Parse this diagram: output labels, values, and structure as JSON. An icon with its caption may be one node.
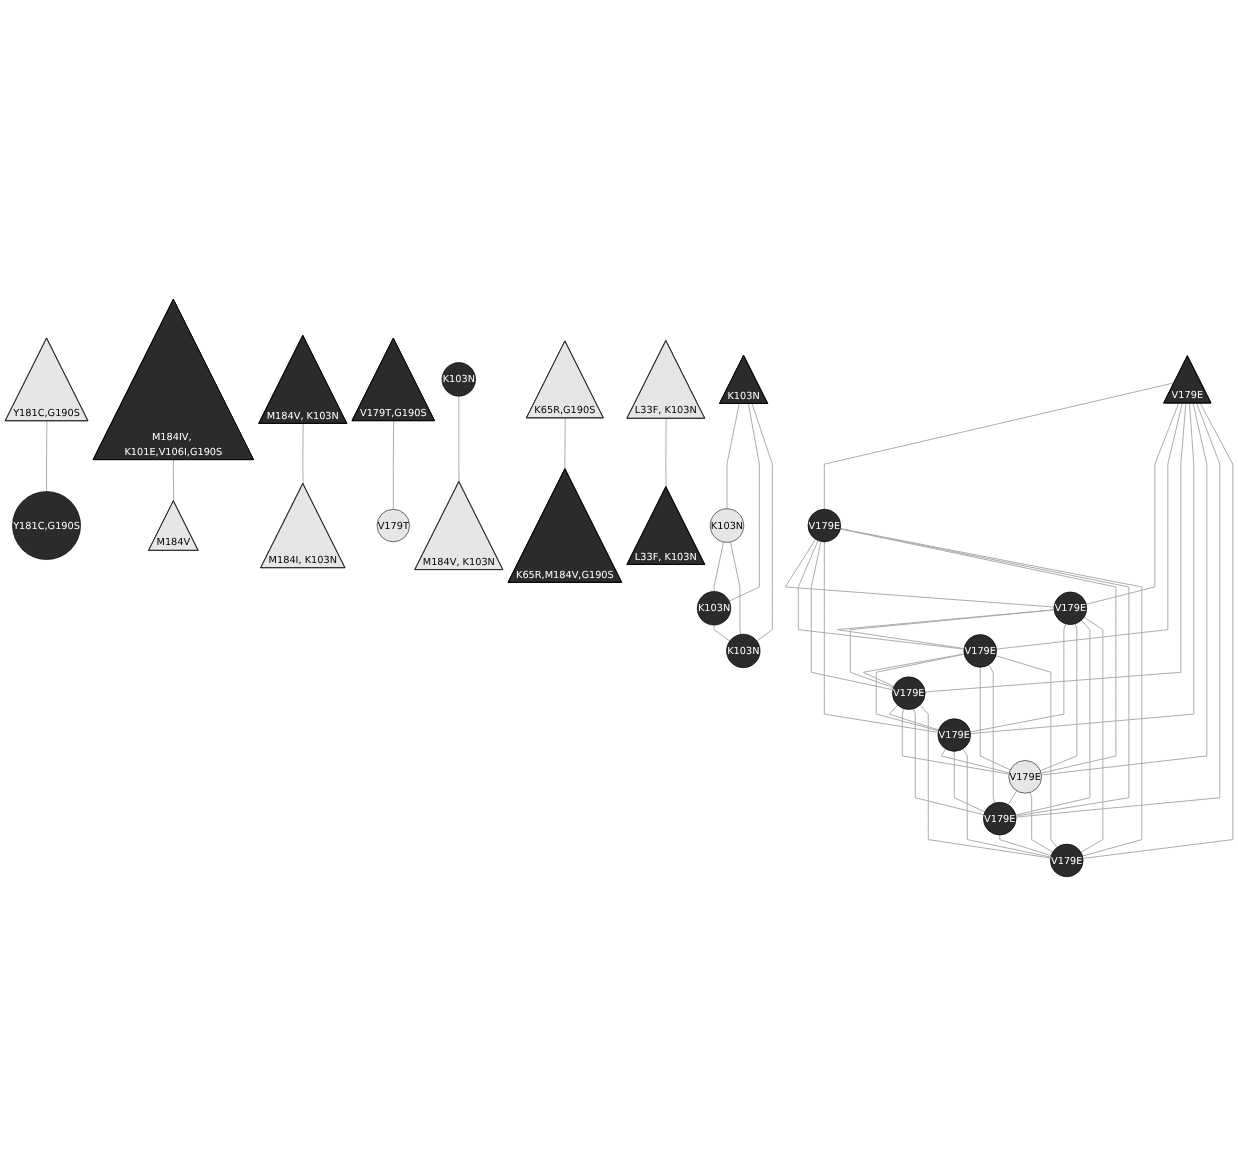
{
  "diagram": {
    "nodes": [
      {
        "text": [
          "Y181C,G190S"
        ]
      },
      {
        "text": [
          "Y181C,G190S"
        ]
      },
      {
        "text": [
          "M184IV, K101E,V106I,G190S"
        ]
      },
      {
        "text": [
          "M184V, K103N"
        ]
      },
      {
        "text": [
          "M184V"
        ]
      },
      {
        "text": [
          "M184I, K103N"
        ]
      },
      {
        "text": [
          "V179E"
        ]
      },
      {
        "text": [
          "V179E"
        ]
      },
      {
        "text": [
          "V179E"
        ]
      },
      {
        "text": [
          "V179E"
        ]
      },
      {
        "text": [
          "V179E"
        ]
      },
      {
        "text": [
          "V179E"
        ]
      },
      {
        "text": [
          "V179E"
        ]
      },
      {
        "text": [
          "V179E"
        ]
      },
      {
        "text": [
          "V179E"
        ]
      },
      {
        "text": [
          "K103N"
        ]
      },
      {
        "text": [
          "V179T,G190S"
        ]
      },
      {
        "text": [
          "V179T"
        ]
      },
      {
        "text": [
          "M184V, K103N"
        ]
      },
      {
        "text": [
          "K65R,G190S"
        ]
      },
      {
        "text": [
          "L33F, K103N"
        ]
      },
      {
        "text": [
          "K103N"
        ]
      },
      {
        "text": [
          "K103N"
        ]
      },
      {
        "text": [
          "K65R,M184V,G190S"
        ]
      },
      {
        "text": [
          "L33F, K103N"
        ]
      },
      {
        "text": [
          "K103N"
        ]
      },
      {
        "text": [
          "K103N"
        ]
      }
    ],
    "edges": [
      {
        "from": 0,
        "to": 1,
        "arrow": "none"
      },
      {
        "from": 2,
        "to": 4,
        "arrow": "none"
      },
      {
        "from": 3,
        "to": 5,
        "arrow": "none"
      },
      {
        "from": 6,
        "to": 7,
        "arrow": "none"
      },
      {
        "from": 6,
        "to": 8,
        "arrow": "none"
      },
      {
        "from": 6,
        "to": 9,
        "arrow": "none"
      },
      {
        "from": 6,
        "to": 10,
        "arrow": "none"
      },
      {
        "from": 6,
        "to": 11,
        "arrow": "none"
      },
      {
        "from": 6,
        "to": 12,
        "arrow": "none"
      },
      {
        "from": 6,
        "to": 13,
        "arrow": "none"
      },
      {
        "from": 6,
        "to": 14,
        "arrow": "none"
      },
      {
        "from": 7,
        "to": 8,
        "arrow": "none"
      },
      {
        "from": 7,
        "to": 9,
        "arrow": "none"
      },
      {
        "from": 7,
        "to": 10,
        "arrow": "none"
      },
      {
        "from": 7,
        "to": 11,
        "arrow": "none"
      },
      {
        "from": 7,
        "to": 12,
        "arrow": "none"
      },
      {
        "from": 7,
        "to": 13,
        "arrow": "none"
      },
      {
        "from": 7,
        "to": 14,
        "arrow": "none"
      },
      {
        "from": 8,
        "to": 9,
        "arrow": "none"
      },
      {
        "from": 8,
        "to": 10,
        "arrow": "none"
      },
      {
        "from": 8,
        "to": 11,
        "arrow": "none"
      },
      {
        "from": 8,
        "to": 12,
        "arrow": "none"
      },
      {
        "from": 8,
        "to": 13,
        "arrow": "none"
      },
      {
        "from": 8,
        "to": 14,
        "arrow": "none"
      },
      {
        "from": 9,
        "to": 10,
        "arrow": "none"
      },
      {
        "from": 9,
        "to": 11,
        "arrow": "none"
      },
      {
        "from": 9,
        "to": 12,
        "arrow": "none"
      },
      {
        "from": 9,
        "to": 13,
        "arrow": "none"
      },
      {
        "from": 9,
        "to": 14,
        "arrow": "none"
      },
      {
        "from": 10,
        "to": 11,
        "arrow": "none"
      },
      {
        "from": 10,
        "to": 12,
        "arrow": "none"
      },
      {
        "from": 10,
        "to": 13,
        "arrow": "none"
      },
      {
        "from": 10,
        "to": 14,
        "arrow": "none"
      },
      {
        "from": 11,
        "to": 12,
        "arrow": "none"
      },
      {
        "from": 11,
        "to": 13,
        "arrow": "none"
      },
      {
        "from": 11,
        "to": 14,
        "arrow": "none"
      },
      {
        "from": 12,
        "to": 13,
        "arrow": "none"
      },
      {
        "from": 12,
        "to": 14,
        "arrow": "none"
      },
      {
        "from": 13,
        "to": 14,
        "arrow": "none"
      },
      {
        "from": 15,
        "to": 18,
        "arrow": "none"
      },
      {
        "from": 16,
        "to": 17,
        "arrow": "none"
      },
      {
        "from": 19,
        "to": 23,
        "arrow": "none"
      },
      {
        "from": 20,
        "to": 24,
        "arrow": "none"
      },
      {
        "from": 21,
        "to": 22,
        "arrow": "none"
      },
      {
        "from": 21,
        "to": 25,
        "arrow": "none"
      },
      {
        "from": 21,
        "to": 26,
        "arrow": "none"
      },
      {
        "from": 22,
        "to": 25,
        "arrow": "none"
      },
      {
        "from": 22,
        "to": 26,
        "arrow": "none"
      },
      {
        "from": 25,
        "to": 26,
        "arrow": "none"
      }
    ]
  }
}
